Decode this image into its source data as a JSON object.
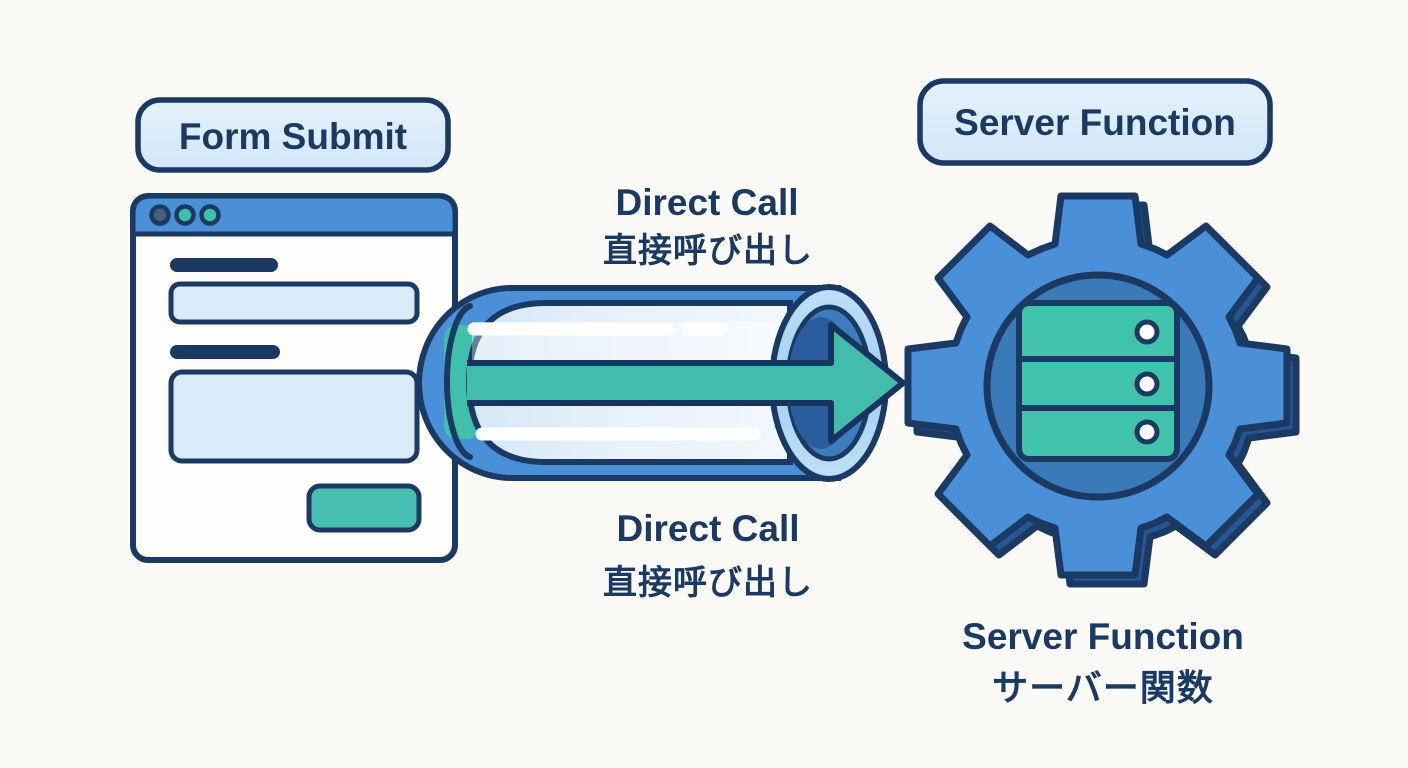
{
  "diagram": {
    "source": {
      "badge": "Form Submit"
    },
    "connection": {
      "label_top": {
        "en": "Direct Call",
        "ja": "直接呼び出し"
      },
      "label_bottom": {
        "en": "Direct Call",
        "ja": "直接呼び出し"
      }
    },
    "target": {
      "badge": "Server Function",
      "caption": {
        "en": "Server Function",
        "ja": "サーバー関数"
      }
    }
  },
  "icons": {
    "browser_form": "browser-window-with-form",
    "window_dot_count": 3,
    "pipe_arrow": "pipe-with-direct-call-arrow",
    "gear_server": "gear-with-server-stack",
    "server_led_count": 3
  },
  "colors": {
    "background": "#fbfaf7",
    "outline_navy": "#1b3a63",
    "primary_blue": "#4a90d9",
    "inner_circle_blue": "#3b7ab8",
    "deep_blue": "#2a5d9e",
    "gear_shadow_blue": "#265694",
    "light_blue": "#d9eaf8",
    "ellipse_ring_blue": "#aed6f2",
    "teal": "#3fc0aa",
    "window_dot_inactive": "#44617f",
    "white": "#ffffff"
  }
}
